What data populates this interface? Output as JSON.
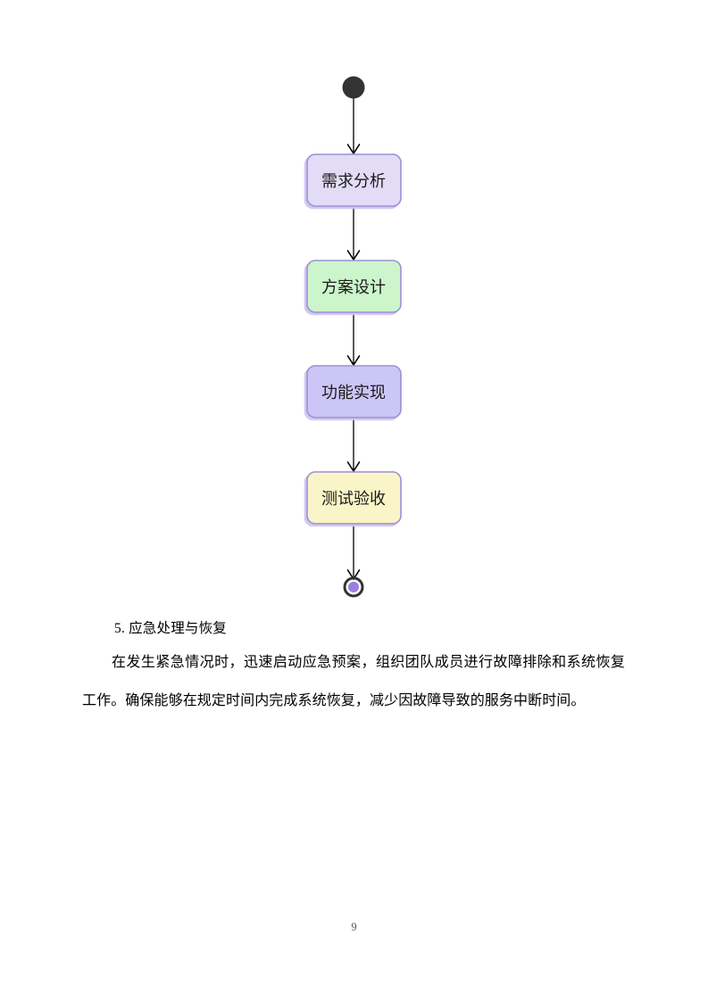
{
  "document": {
    "page_number": "9"
  },
  "diagram": {
    "type": "uml-activity-flowchart",
    "orientation": "vertical",
    "start_node": {
      "name": "start",
      "shape": "filled-circle",
      "fill": "#333333"
    },
    "end_node": {
      "name": "end",
      "shape": "ring-with-inner-circle",
      "ring": "#333333",
      "inner_fill": "#9B7FE0"
    },
    "nodes": [
      {
        "id": "requirement-analysis",
        "label": "需求分析",
        "fill": "#E3DCF7",
        "stroke": "#9B8FD9"
      },
      {
        "id": "solution-design",
        "label": "方案设计",
        "fill": "#CCF5CC",
        "stroke": "#9B8FD9"
      },
      {
        "id": "function-implementation",
        "label": "功能实现",
        "fill": "#CCC6F7",
        "stroke": "#9B8FD9"
      },
      {
        "id": "test-acceptance",
        "label": "测试验收",
        "fill": "#FAF5C8",
        "stroke": "#9B8FD9"
      }
    ],
    "edges": [
      {
        "from": "start",
        "to": "requirement-analysis"
      },
      {
        "from": "requirement-analysis",
        "to": "solution-design"
      },
      {
        "from": "solution-design",
        "to": "function-implementation"
      },
      {
        "from": "function-implementation",
        "to": "test-acceptance"
      },
      {
        "from": "test-acceptance",
        "to": "end"
      }
    ],
    "edge_color": "#000000"
  },
  "content": {
    "heading": "5. 应急处理与恢复",
    "paragraph": "在发生紧急情况时，迅速启动应急预案，组织团队成员进行故障排除和系统恢复工作。确保能够在规定时间内完成系统恢复，减少因故障导致的服务中断时间。"
  }
}
